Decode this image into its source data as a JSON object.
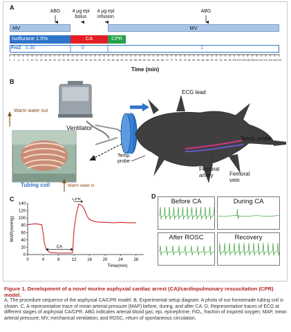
{
  "panel_a": {
    "label": "A",
    "events": [
      "ABG",
      "4 μg epi\nbolus",
      "4 μg epi\ninfusion",
      "ABG"
    ],
    "bars": {
      "mv1": "MV",
      "mv2": "MV",
      "isoflurane": "Isoflurane 1.5%",
      "ca": "CA",
      "cpr": "CPR",
      "fio2_label": "Fio2",
      "fio2_values": [
        "0.30",
        "0",
        "1"
      ]
    },
    "axis_label": "Time (min)",
    "tick_labels": [
      "0",
      "2",
      "4",
      "6",
      "8",
      "10",
      "12",
      "14",
      "16",
      "18",
      "20",
      "22",
      "24",
      "26",
      "28",
      "30",
      "32",
      "34",
      "36",
      "38",
      "40",
      "42",
      "44",
      "46",
      "48",
      "50",
      "52",
      "54",
      "56",
      "58",
      "60",
      "62",
      "64",
      "66",
      "68",
      "70",
      "72",
      "74",
      "76",
      "78",
      "80",
      "82",
      "84",
      "86",
      "88",
      "90",
      "92",
      "94",
      "96",
      "98",
      "100",
      "102",
      "104",
      "106",
      "108",
      "110",
      "112",
      "114",
      "116",
      "118",
      "120"
    ],
    "colors": {
      "mv": "#a9c6e8",
      "isoflurane": "#2e74c8",
      "ca": "#e31e24",
      "cpr": "#22a24a",
      "fio2": "#2e74c8"
    }
  },
  "panel_b": {
    "label": "B",
    "labels": {
      "ecg_lead": "ECG lead",
      "warm_out": "Warm water out",
      "ventilator": "Ventilator",
      "temp_probe_1": "Temp.\nprobe",
      "temp_probe_2": "Temp. probe",
      "tubing_coil": "Tubing coil",
      "warm_in": "Warm water in",
      "femoral_artery": "Femoral\nartery",
      "femoral_vein": "Femoral\nvein"
    }
  },
  "panel_c": {
    "label": "C",
    "annotations": {
      "cpr": "CPR",
      "ca": "CA"
    },
    "chart_data": {
      "type": "line",
      "xlabel": "Time(min)",
      "ylabel": "MAP(mmHg)",
      "xlim": [
        0,
        30
      ],
      "ylim": [
        0,
        140
      ],
      "xticks": [
        0,
        4,
        8,
        12,
        16,
        20,
        24,
        28
      ],
      "yticks": [
        0,
        20,
        40,
        60,
        80,
        100,
        120,
        140
      ],
      "x": [
        0,
        2,
        3.6,
        4.0,
        4.3,
        4.8,
        5.5,
        6,
        8,
        10,
        11.3,
        11.6,
        12.0,
        12.6,
        13.2,
        14,
        14.6,
        15.4,
        16,
        17,
        18,
        20,
        22,
        24,
        26,
        28
      ],
      "series": [
        {
          "values": [
            82,
            84,
            82,
            60,
            32,
            15,
            7,
            5,
            4,
            4,
            4,
            5,
            70,
            112,
            138,
            134,
            125,
            104,
            96,
            91,
            89,
            88,
            87,
            88,
            87,
            87
          ]
        }
      ]
    }
  },
  "panel_d": {
    "label": "D",
    "traces": [
      "Before CA",
      "During CA",
      "After ROSC",
      "Recovery"
    ]
  },
  "caption": {
    "title": "Figure 1.  Development of a novel murine asphyxial cardiac arrest (CA)/cardiopulmonary resuscitation (CPR) model.",
    "body": "A, The procedure sequence of the asphyxial CA/CPR model. B, Experimental setup diagram. A photo of our homemade tubing coil is shown. C, A representative trace of mean arterial pressure (MAP) before, during, and after CA. D, Representative traces of ECG at different stages of asphyxial CA/CPR. ABG indicates arterial blood gas; epi, epinephrine; FiO₂, fraction of inspired oxygen; MAP, mean arterial pressure; MV, mechanical ventilation; and ROSC, return of spontaneous circulation."
  }
}
